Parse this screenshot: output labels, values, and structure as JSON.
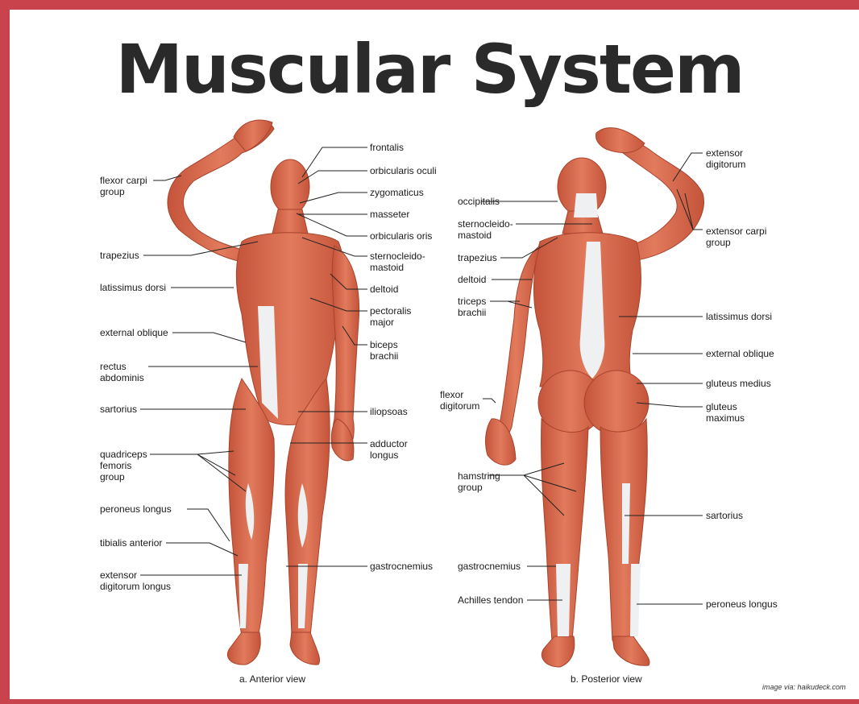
{
  "title": "Muscular System",
  "colors": {
    "border": "#c8434c",
    "muscle": "#d9694d",
    "muscle_dark": "#b8472f",
    "tendon": "#eef0f2",
    "title": "#2a2a2a"
  },
  "anterior": {
    "caption": "a. Anterior view",
    "labels_left": [
      "flexor carpi\ngroup",
      "trapezius",
      "latissimus dorsi",
      "external oblique",
      "rectus\nabdominis",
      "sartorius",
      "quadriceps\nfemoris\ngroup",
      "peroneus longus",
      "tibialis anterior",
      "extensor\ndigitorum longus"
    ],
    "labels_right": [
      "frontalis",
      "orbicularis oculi",
      "zygomaticus",
      "masseter",
      "orbicularis oris",
      "sternocleido-\nmastoid",
      "deltoid",
      "pectoralis\nmajor",
      "biceps\nbrachii",
      "iliopsoas",
      "adductor\nlongus",
      "gastrocnemius"
    ]
  },
  "posterior": {
    "caption": "b. Posterior view",
    "labels_left": [
      "occipitalis",
      "sternocleido-\nmastoid",
      "trapezius",
      "deltoid",
      "triceps\nbrachii",
      "flexor\ndigitorum",
      "hamstring\ngroup",
      "gastrocnemius",
      "Achilles tendon"
    ],
    "labels_right": [
      "extensor\ndigitorum",
      "extensor carpi\ngroup",
      "latissimus dorsi",
      "external oblique",
      "gluteus medius",
      "gluteus\nmaximus",
      "sartorius",
      "peroneus longus"
    ]
  },
  "credit": "image via: haikudeck.com"
}
